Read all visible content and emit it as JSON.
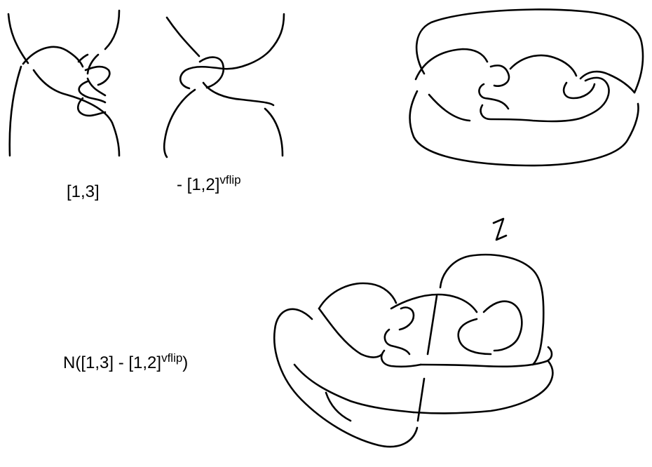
{
  "labels": {
    "tangle_a": "[1,3]",
    "tangle_b_prefix": "- [1,2]",
    "tangle_b_sup": "vflip",
    "sum_prefix": "N([1,3] - [1,2]",
    "sum_sup": "vflip",
    "sum_suffix": ")"
  },
  "equivalence_symbol": "≀"
}
